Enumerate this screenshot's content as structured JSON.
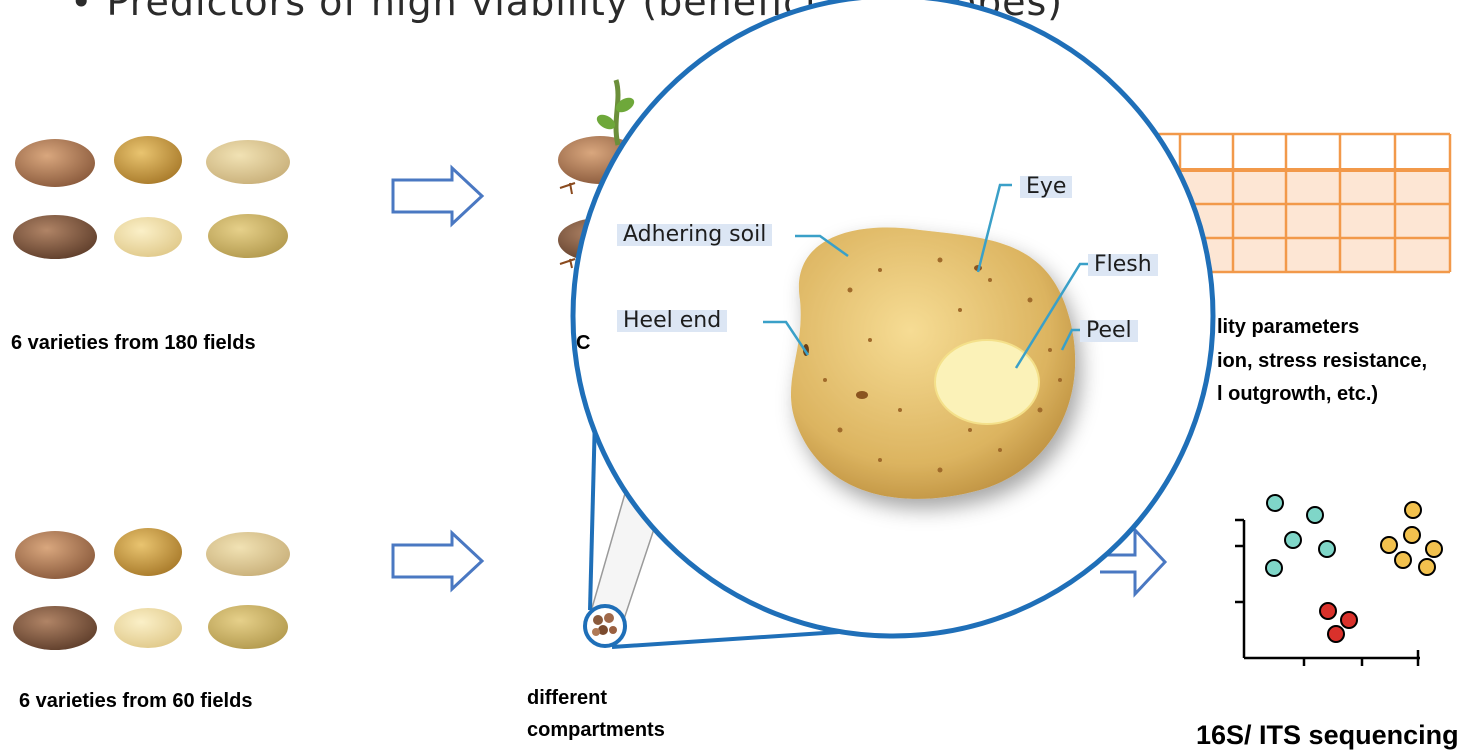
{
  "title": "• Predictors of high viability (beneficial microbes)",
  "labels": {
    "varieties_top": "6 varieties from 180 fields",
    "varieties_bottom": "6 varieties from 60 fields",
    "mid_top_partial": "C",
    "compartments": "different\ncompartments",
    "viability_line1": "lity parameters",
    "viability_line2": "ion, stress resistance,",
    "viability_line3": "l outgrowth, etc.)",
    "sequencing": "16S/ ITS sequencing"
  },
  "callouts": {
    "adhering_soil": "Adhering soil",
    "heel_end": "Heel end",
    "eye": "Eye",
    "flesh": "Flesh",
    "peel": "Peel"
  },
  "colors": {
    "arrow": "#4a78c2",
    "circle": "#1f6fb8",
    "grid": "#f2994a",
    "teal": "#7fd6c8",
    "gold": "#f2c14e",
    "red": "#d9312b",
    "callout_line": "#3aa0c8"
  }
}
